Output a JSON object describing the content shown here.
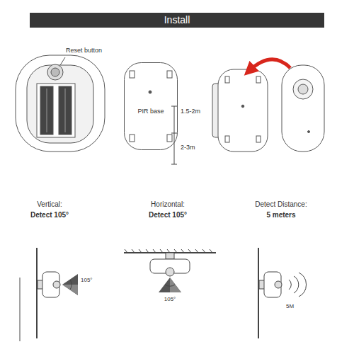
{
  "diagram": {
    "title": "Install",
    "nodes": [
      {
        "text": [
          "PIR base"
        ]
      }
    ],
    "labels": [
      "Reset button",
      "1.5-2m",
      "2-3m",
      "Vertical:",
      "Detect 105°",
      "Horizontal:",
      "Detect 105°",
      "Detect Distance:",
      "5 meters",
      "105°",
      "105°",
      "5M"
    ]
  }
}
